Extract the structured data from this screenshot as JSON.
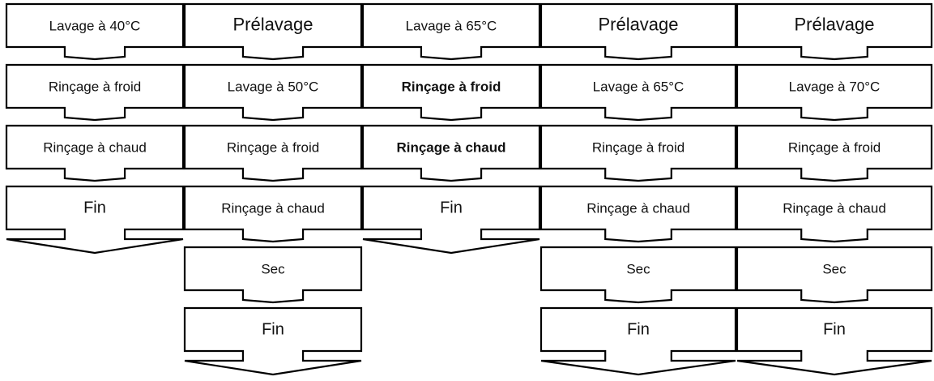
{
  "columns": [
    {
      "steps": [
        {
          "label": "Lavage à 40°C",
          "bold": false
        },
        {
          "label": "Rinçage à froid",
          "bold": false
        },
        {
          "label": "Rinçage à chaud",
          "bold": false
        },
        {
          "label": "Fin",
          "bold": false
        }
      ]
    },
    {
      "steps": [
        {
          "label": "Prélavage",
          "bold": false
        },
        {
          "label": "Lavage à 50°C",
          "bold": false
        },
        {
          "label": "Rinçage à froid",
          "bold": false
        },
        {
          "label": "Rinçage à chaud",
          "bold": false
        },
        {
          "label": "Sec",
          "bold": false
        },
        {
          "label": "Fin",
          "bold": false
        }
      ]
    },
    {
      "steps": [
        {
          "label": "Lavage à 65°C",
          "bold": false
        },
        {
          "label": "Rinçage à froid",
          "bold": true
        },
        {
          "label": "Rinçage à chaud",
          "bold": true
        },
        {
          "label": "Fin",
          "bold": false
        }
      ]
    },
    {
      "steps": [
        {
          "label": "Prélavage",
          "bold": false
        },
        {
          "label": "Lavage à 65°C",
          "bold": false
        },
        {
          "label": "Rinçage à froid",
          "bold": false
        },
        {
          "label": "Rinçage à chaud",
          "bold": false
        },
        {
          "label": "Sec",
          "bold": false
        },
        {
          "label": "Fin",
          "bold": false
        }
      ]
    },
    {
      "steps": [
        {
          "label": "Prélavage",
          "bold": false
        },
        {
          "label": "Lavage à 70°C",
          "bold": false
        },
        {
          "label": "Rinçage à froid",
          "bold": false
        },
        {
          "label": "Rinçage à chaud",
          "bold": false
        },
        {
          "label": "Sec",
          "bold": false
        },
        {
          "label": "Fin",
          "bold": false
        }
      ]
    }
  ]
}
